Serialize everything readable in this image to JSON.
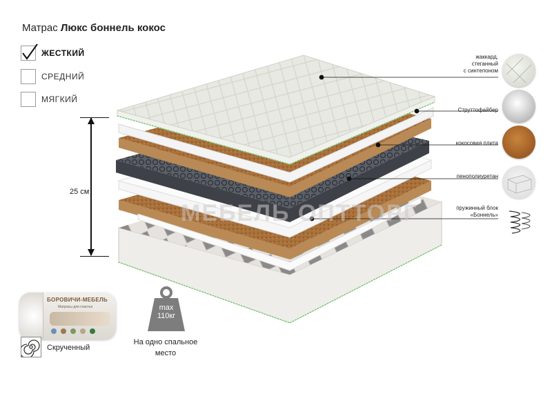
{
  "title": {
    "prefix": "Матрас",
    "name": "Люкс боннель кокос"
  },
  "firmness": [
    {
      "label": "ЖЕСТКИЙ",
      "checked": true
    },
    {
      "label": "СРЕДНИЙ",
      "checked": false
    },
    {
      "label": "МЯГКИЙ",
      "checked": false
    }
  ],
  "height_label": "25 см",
  "layers": [
    {
      "label": "жаккард,\nстеганный\nс синтепоном",
      "icon": "quilted-jacquard-swatch"
    },
    {
      "label": "Струттофайбер",
      "icon": "struttofiber-swatch"
    },
    {
      "label": "кокосовая плита",
      "icon": "coconut-coir-swatch"
    },
    {
      "label": "пенополиуретан",
      "icon": "foam-block-swatch"
    },
    {
      "label": "пружинный блок\n«Боннель»",
      "icon": "bonnell-spring-swatch"
    }
  ],
  "watermark": "МЕБЕЛЬ ОПТТОРГ",
  "rolled": {
    "label": "Скрученный",
    "brand": "БОРОВИЧИ-МЕБЕЛЬ",
    "sub": "Матрасы для счастья"
  },
  "weight": {
    "line1": "max",
    "line2": "110кг",
    "caption": "На одно спальное место"
  },
  "colors": {
    "coconut": "#a8703a",
    "springs": "#4a4d55",
    "jacquard": "#e6e8e1",
    "accent_stitch": "#66cc66"
  }
}
